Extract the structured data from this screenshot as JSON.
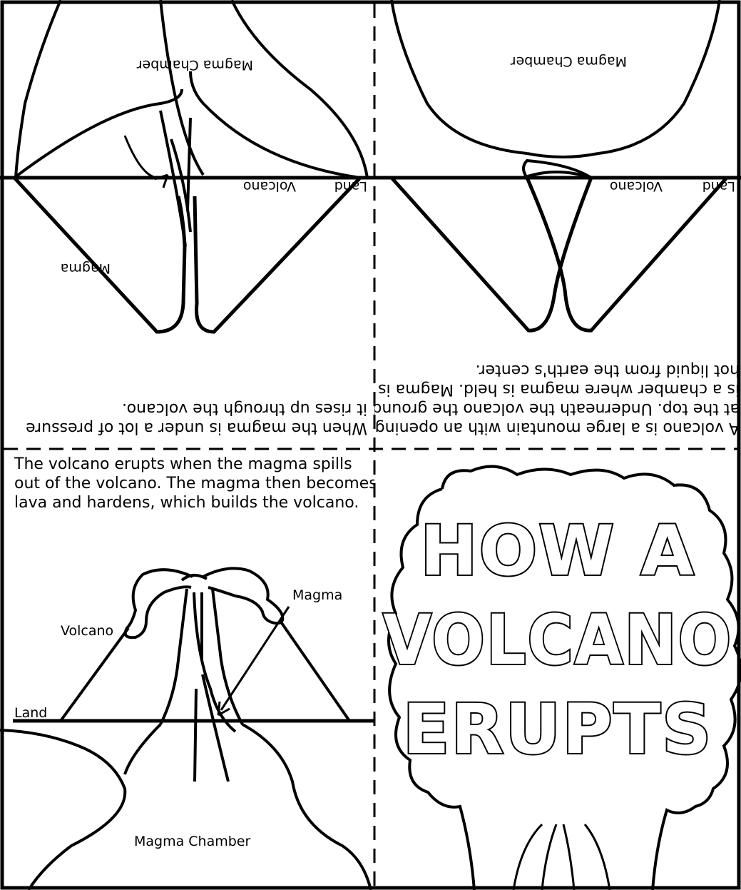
{
  "panel_tl": {
    "text_line1": "When the magma is under a lot of pressure",
    "text_line2": "it rises up through the volcano.",
    "label_chamber": "Magma Chamber",
    "label_land": "Land",
    "label_volcano": "Volcano",
    "label_magma": "Magma"
  },
  "panel_tr": {
    "text_line1": "A volcano is a large mountain with an opening",
    "text_line2": "at the top. Underneath the volcano the ground",
    "text_line3": "is a chamber where magma is held. Magma is",
    "text_line4": "hot liquid from the earth's center.",
    "label_chamber": "Magma Chamber",
    "label_land": "Land",
    "label_volcano": "Volcano"
  },
  "panel_bl": {
    "text_line1": "The volcano erupts when the magma spills",
    "text_line2": "out of the volcano. The magma then becomes",
    "text_line3": "lava and hardens, which builds the volcano.",
    "label_volcano": "Volcano",
    "label_magma": "Magma",
    "label_land": "Land",
    "label_chamber": "Magma Chamber"
  },
  "cover": {
    "title_line1": "HOW A",
    "title_line2": "VOLCANO",
    "title_line3": "ERUPTS"
  }
}
